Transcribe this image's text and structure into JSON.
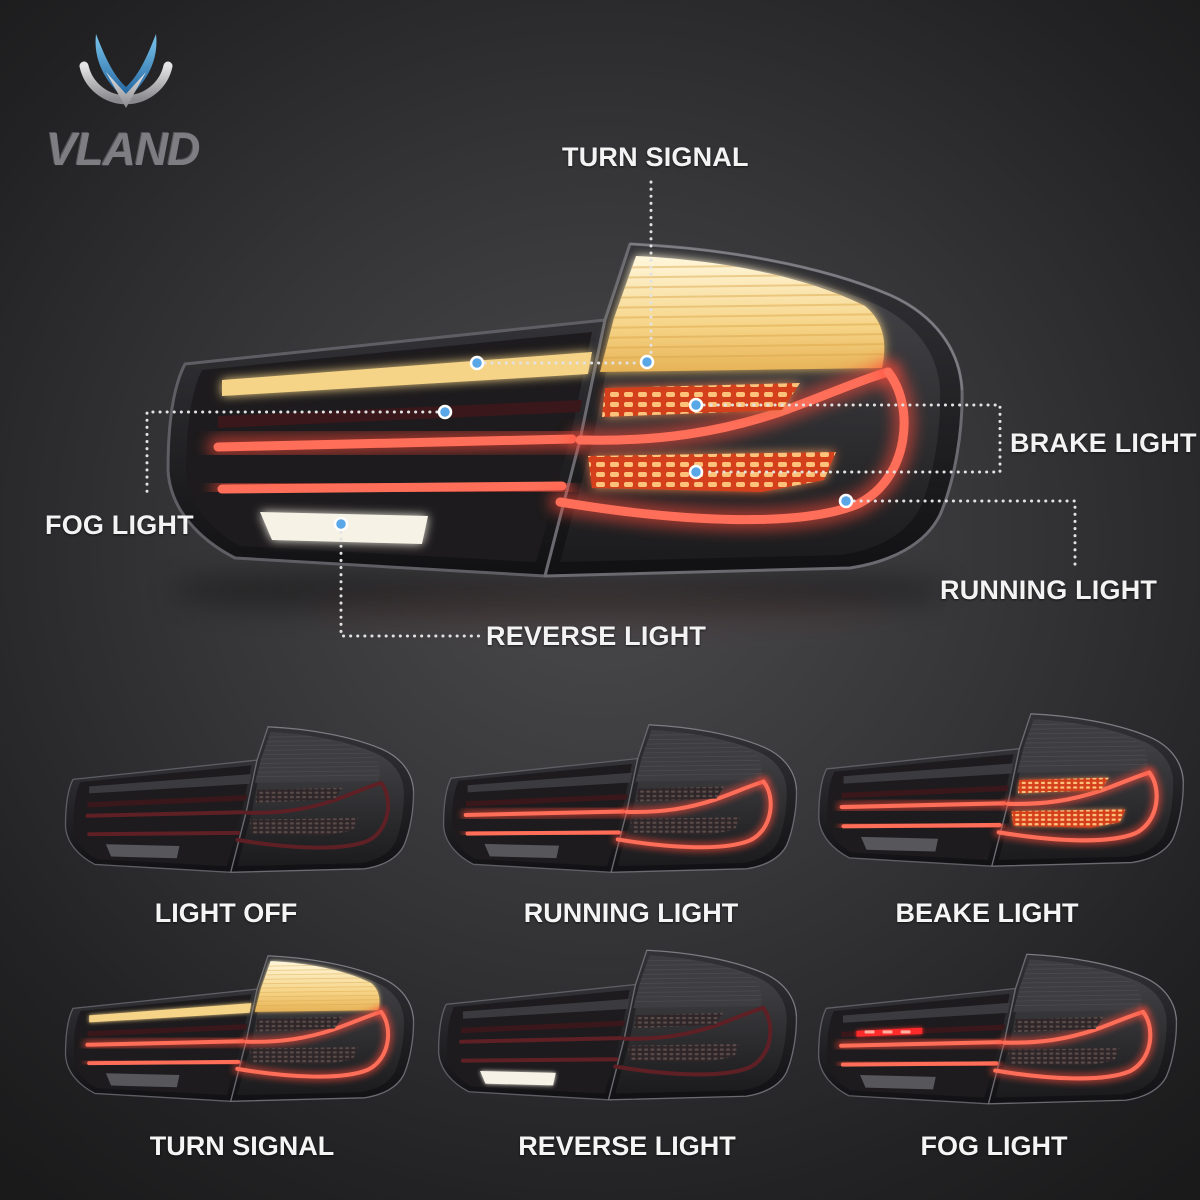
{
  "logo": {
    "text": "VLAND",
    "icon": "vland-emblem-icon"
  },
  "callouts": {
    "turn_signal": "TURN SIGNAL",
    "brake_light": "BRAKE LIGHT",
    "fog_light": "FOG LIGHT",
    "running_light": "RUNNING LIGHT",
    "reverse_light": "REVERSE LIGHT"
  },
  "main_light": {
    "lit": [
      "turn",
      "running",
      "brake",
      "reverse"
    ]
  },
  "modes": [
    {
      "caption": "LIGHT OFF",
      "lit": []
    },
    {
      "caption": "RUNNING LIGHT",
      "lit": [
        "running"
      ]
    },
    {
      "caption": "BEAKE LIGHT",
      "lit": [
        "running",
        "brake"
      ]
    },
    {
      "caption": "TURN SIGNAL",
      "lit": [
        "turn",
        "running"
      ]
    },
    {
      "caption": "REVERSE LIGHT",
      "lit": [
        "reverse"
      ]
    },
    {
      "caption": "FOG LIGHT",
      "lit": [
        "fog",
        "running"
      ]
    }
  ],
  "colors": {
    "turn": "#f6d487",
    "running": "#ff4b3a",
    "brake": "#ff6a3a",
    "reverse": "#f6f2e6",
    "fog": "#ff2b2b",
    "callout_dot": "#5aa7e8",
    "callout_line": "#e2e2e2"
  }
}
